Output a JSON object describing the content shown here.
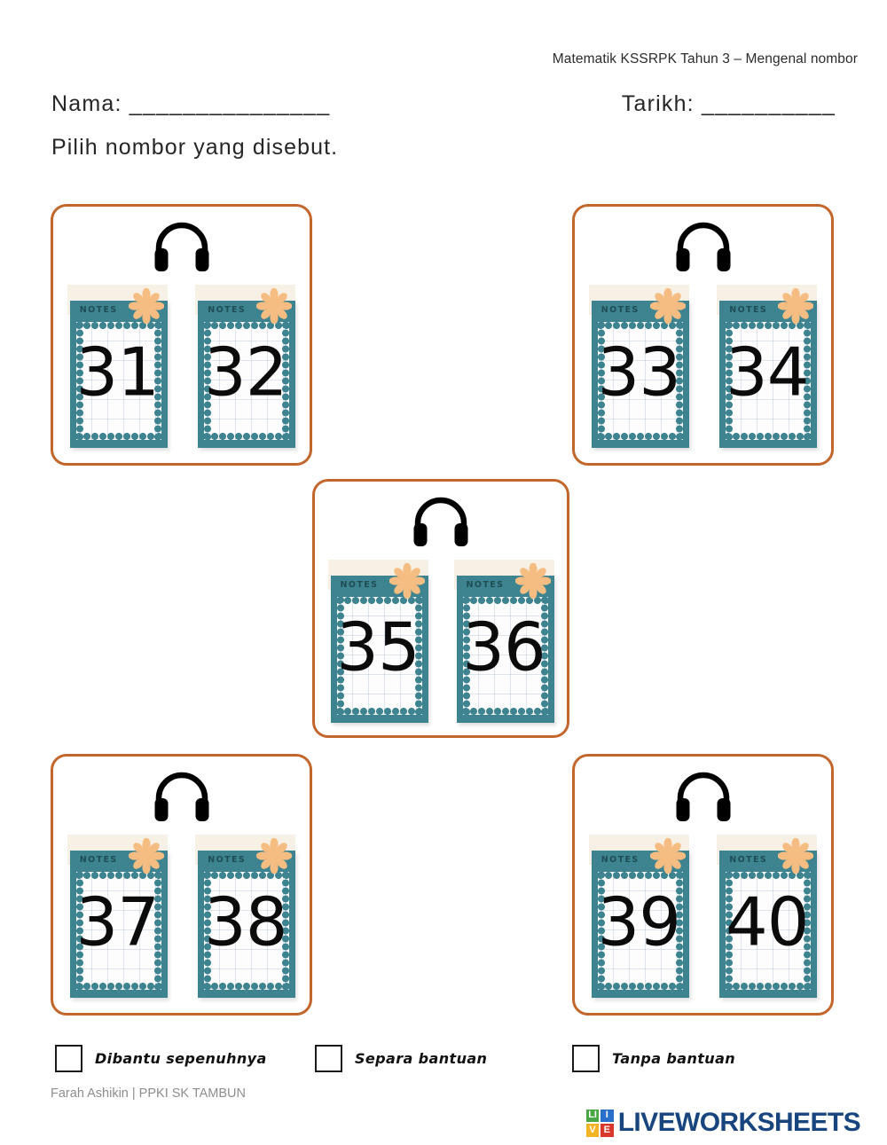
{
  "header": {
    "subject_note": "Matematik KSSRPK Tahun 3 – Mengenal nombor",
    "name_field": "Nama: _______________",
    "date_field": "Tarikh: __________",
    "instruction": "Pilih nombor yang disebut."
  },
  "colors": {
    "card_border": "#c2662c",
    "note_teal": "#3e8490",
    "note_cream": "#f7f0e4",
    "flower_orange": "#f6bd82",
    "logo_navy": "#18457e",
    "logo_green": "#4aa544",
    "logo_blue": "#2a6fc9",
    "logo_yellow": "#f2b324",
    "logo_red": "#d9372b"
  },
  "questions": [
    {
      "id": "q1",
      "audio_icon": "headphones-icon",
      "options": [
        {
          "note_label": "NOTES",
          "number": "31",
          "decor_icon": "flower-icon"
        },
        {
          "note_label": "NOTES",
          "number": "32",
          "decor_icon": "flower-icon"
        }
      ]
    },
    {
      "id": "q2",
      "audio_icon": "headphones-icon",
      "options": [
        {
          "note_label": "NOTES",
          "number": "33",
          "decor_icon": "flower-icon"
        },
        {
          "note_label": "NOTES",
          "number": "34",
          "decor_icon": "flower-icon"
        }
      ]
    },
    {
      "id": "q3",
      "audio_icon": "headphones-icon",
      "options": [
        {
          "note_label": "NOTES",
          "number": "35",
          "decor_icon": "flower-icon"
        },
        {
          "note_label": "NOTES",
          "number": "36",
          "decor_icon": "flower-icon"
        }
      ]
    },
    {
      "id": "q4",
      "audio_icon": "headphones-icon",
      "options": [
        {
          "note_label": "NOTES",
          "number": "37",
          "decor_icon": "flower-icon"
        },
        {
          "note_label": "NOTES",
          "number": "38",
          "decor_icon": "flower-icon"
        }
      ]
    },
    {
      "id": "q5",
      "audio_icon": "headphones-icon",
      "options": [
        {
          "note_label": "NOTES",
          "number": "39",
          "decor_icon": "flower-icon"
        },
        {
          "note_label": "NOTES",
          "number": "40",
          "decor_icon": "flower-icon"
        }
      ]
    }
  ],
  "assessment": [
    {
      "label": "Dibantu sepenuhnya",
      "checked": false
    },
    {
      "label": "Separa bantuan",
      "checked": false
    },
    {
      "label": "Tanpa bantuan",
      "checked": false
    }
  ],
  "footer": {
    "credit": "Farah Ashikin | PPKI SK TAMBUN",
    "logo_word": "LIVEWORKSHEETS",
    "logo_cells": [
      "LI",
      "I",
      "V",
      "E"
    ],
    "logo_letters": {
      "l": "LI",
      "i": "I",
      "v": "V",
      "e": "E"
    }
  }
}
